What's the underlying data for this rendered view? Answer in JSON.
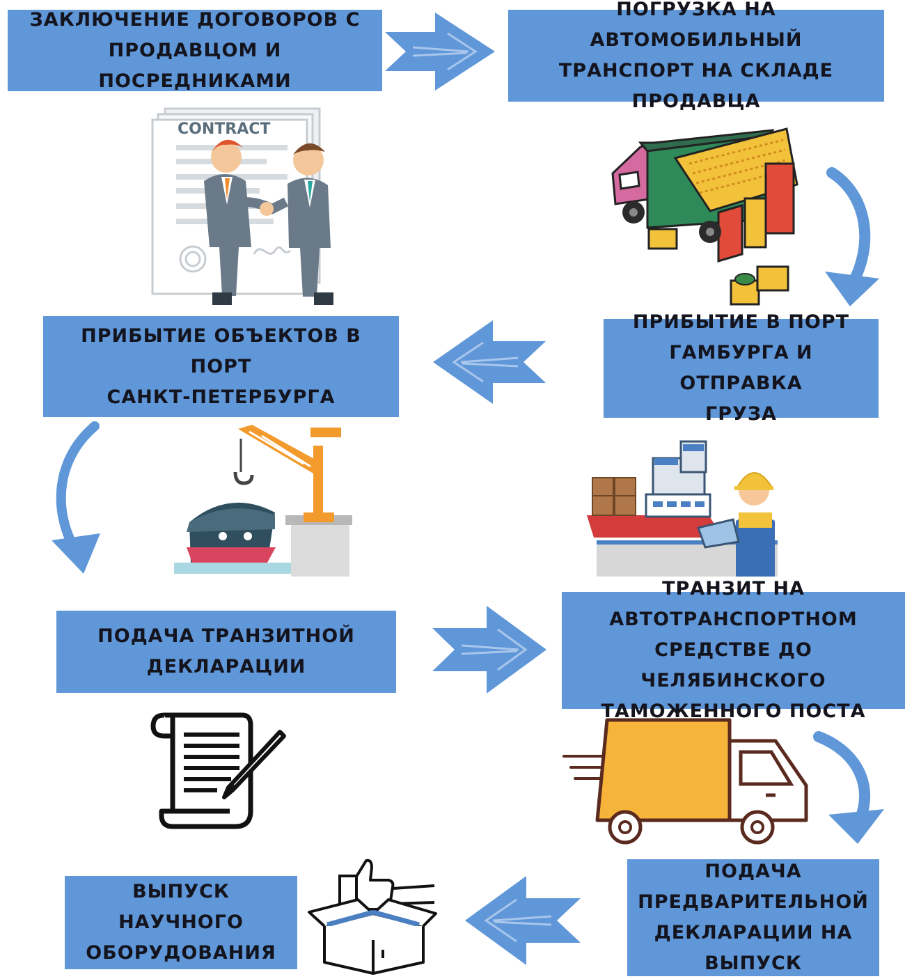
{
  "steps": [
    {
      "text": "ЗАКЛЮЧЕНИЕ ДОГОВОРОВ С\nПРОДАВЦОМ И ПОСРЕДНИКАМИ"
    },
    {
      "text": "ПОГРУЗКА НА АВТОМОБИЛЬНЫЙ\nТРАНСПОРТ НА СКЛАДЕ\nПРОДАВЦА"
    },
    {
      "text": "ПРИБЫТИЕ В ПОРТ\nГАМБУРГА И ОТПРАВКА\nГРУЗА"
    },
    {
      "text": "ПРИБЫТИЕ ОБЪЕКТОВ В ПОРТ\nСАНКТ-ПЕТЕРБУРГА"
    },
    {
      "text": "ПОДАЧА ТРАНЗИТНОЙ\nДЕКЛАРАЦИИ"
    },
    {
      "text": "ТРАНЗИТ НА\nАВТОТРАНСПОРТНОМ\nСРЕДСТВЕ ДО ЧЕЛЯБИНСКОГО\nТАМОЖЕННОГО ПОСТА"
    },
    {
      "text": "ПОДАЧА\nПРЕДВАРИТЕЛЬНОЙ\nДЕКЛАРАЦИИ НА\nВЫПУСК"
    },
    {
      "text": "ВЫПУСК НАУЧНОГО\nОБОРУДОВАНИЯ"
    }
  ],
  "contract_doc": {
    "title": "CONTRACT"
  },
  "colors": {
    "box": "#5f97d8",
    "arrow": "#5f97d8",
    "text": "#14141e"
  },
  "icons": [
    "contract-handshake-icon",
    "cargo-truck-icon",
    "ship-worker-icon",
    "port-crane-ship-icon",
    "scroll-pen-icon",
    "delivery-truck-icon",
    "box-thumbs-up-icon"
  ]
}
